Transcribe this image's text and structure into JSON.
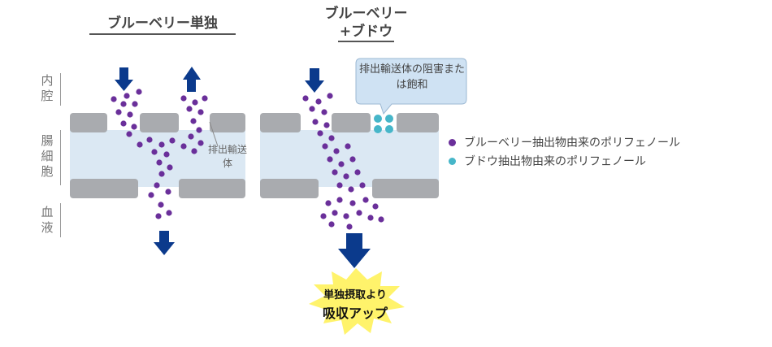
{
  "titles": {
    "left": "ブルーベリー単独",
    "right_line1": "ブルーベリー",
    "right_line2": "+ブドウ"
  },
  "side_labels": {
    "lumen": "内腔",
    "intestinal_cell": "腸細胞",
    "blood": "血液"
  },
  "transporter_label": "排出輸送体",
  "bubble_label": "排出輸送体の阻害または飽和",
  "burst": {
    "line1": "単独摂取より",
    "line2": "吸収アップ"
  },
  "legend": [
    {
      "label": "ブルーベリー抽出物由来のポリフェノール",
      "color": "#6a2f9a"
    },
    {
      "label": "ブドウ抽出物由来のポリフェノール",
      "color": "#46b6c9"
    }
  ],
  "colors": {
    "arrow": "#0b3a8c",
    "membrane": "#a9abaf",
    "cell": "#dbe8f3",
    "bubble": "#cfe2f3",
    "burst": "#fff36b"
  }
}
